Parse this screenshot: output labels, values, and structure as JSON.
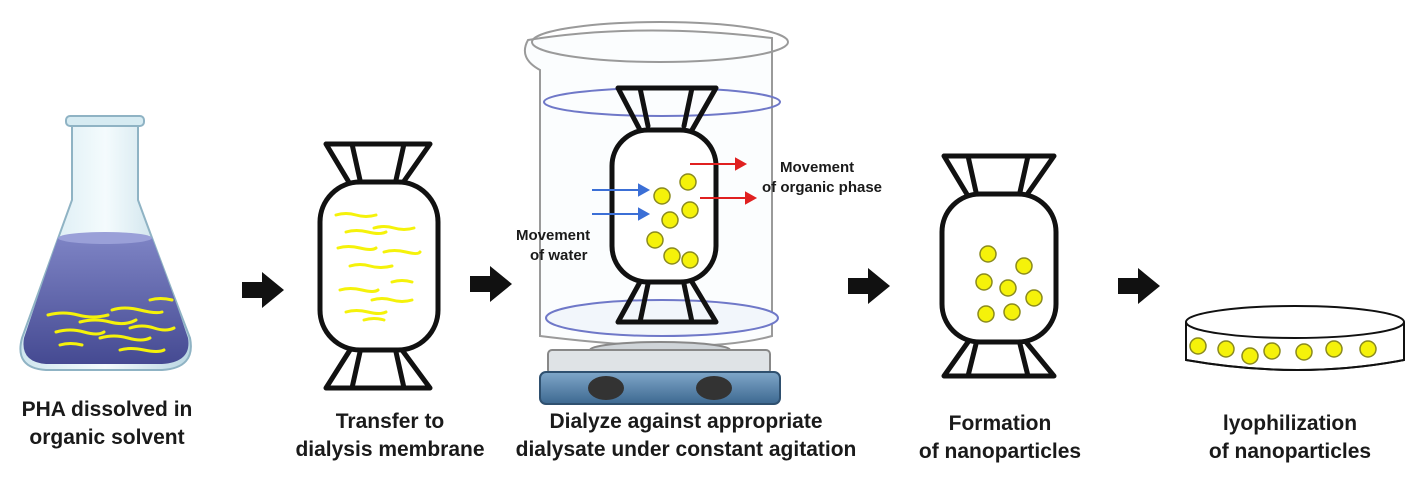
{
  "steps": [
    {
      "line1": "PHA dissolved in",
      "line2": "organic solvent"
    },
    {
      "line1": "Transfer to",
      "line2": "dialysis membrane"
    },
    {
      "line1": "Dialyze against appropriate",
      "line2": "dialysate under constant agitation"
    },
    {
      "line1": "Formation",
      "line2": "of nanoparticles"
    },
    {
      "line1": "lyophilization",
      "line2": "of nanoparticles"
    }
  ],
  "annotations": {
    "water_line1": "Movement",
    "water_line2": "of water",
    "organic_line1": "Movement",
    "organic_line2": "of organic phase"
  },
  "colors": {
    "polymer_yellow": "#f5f20a",
    "solvent_purple": "#5a5fa8",
    "water_arrow": "#3b6fd6",
    "organic_arrow": "#e02020",
    "outline": "#111111"
  },
  "icons": [
    "erlenmeyer-flask-icon",
    "dialysis-bag-icon",
    "beaker-icon",
    "stirrer-hotplate-icon",
    "petri-dish-icon",
    "process-arrow-icon"
  ]
}
